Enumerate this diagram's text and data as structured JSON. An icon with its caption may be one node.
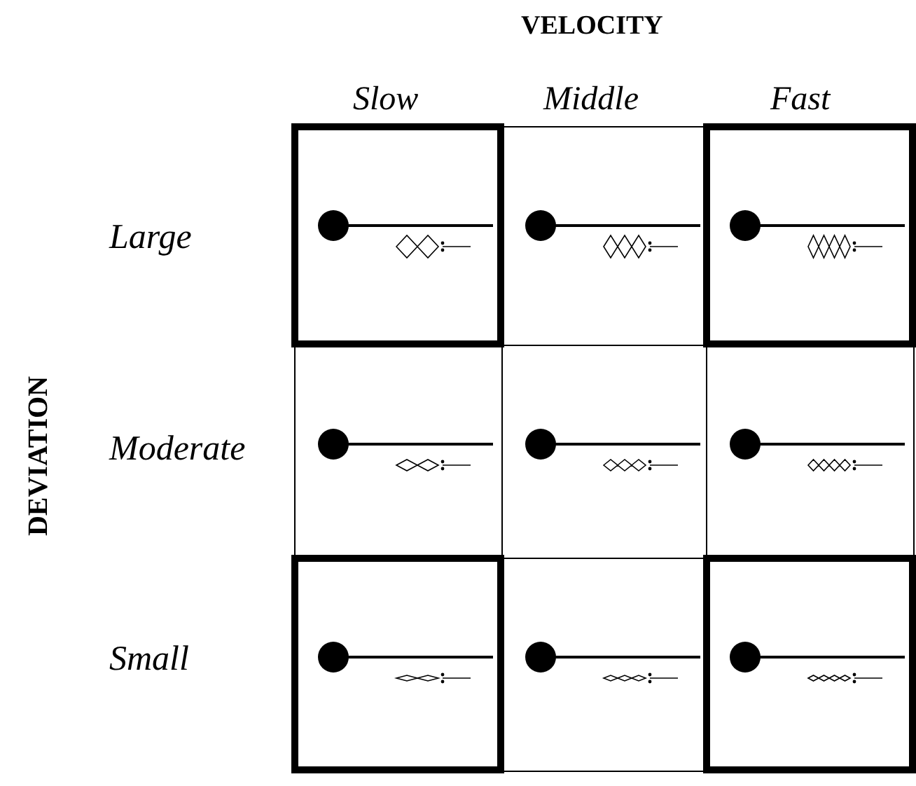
{
  "diagram": {
    "labels": [
      "VELOCITY",
      "Slow",
      "Middle",
      "Fast",
      "DEVIATION",
      "Large",
      "Moderate",
      "Small"
    ]
  }
}
